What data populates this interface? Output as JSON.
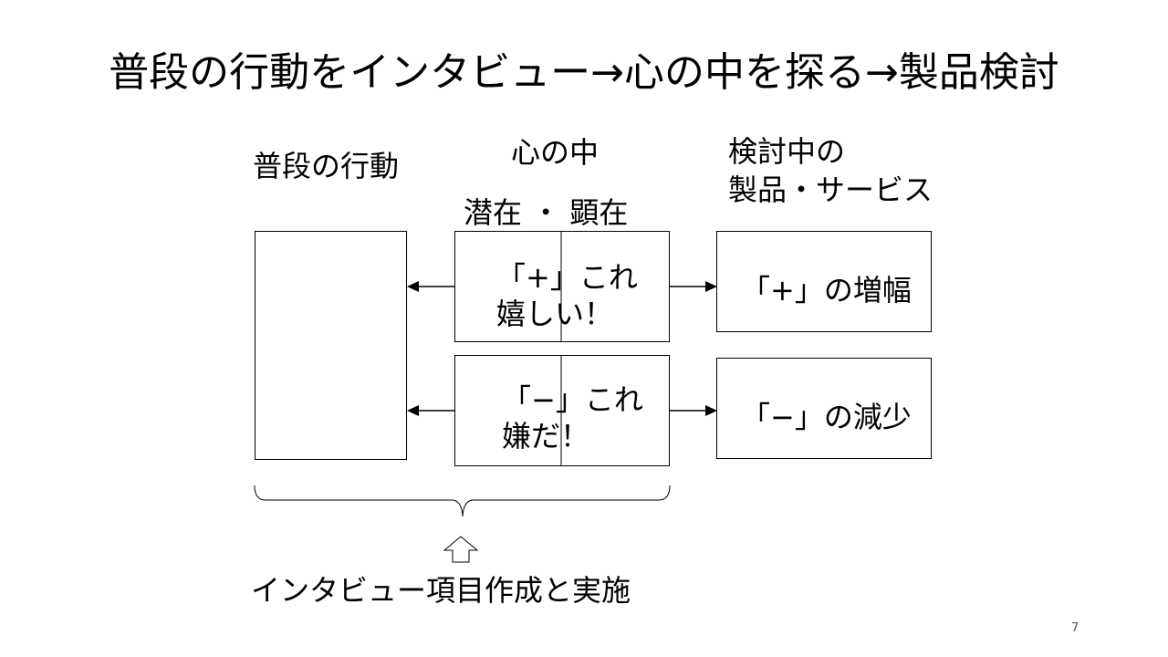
{
  "title": "普段の行動をインタビュー→心の中を探る→製品検討",
  "col_behavior": "普段の行動",
  "col_mind": "心の中",
  "col_mind_sub": "潜在 ・ 顕在",
  "col_product_line1": "検討中の",
  "col_product_line2": "製品・サービス",
  "mind_positive": "「+」これ\n嬉しい！",
  "mind_negative": "「−」これ\n嫌だ！",
  "product_positive": "「+」の増幅",
  "product_negative": "「−」の減少",
  "bottom_label": "インタビュー項目作成と実施",
  "page_number": "7"
}
